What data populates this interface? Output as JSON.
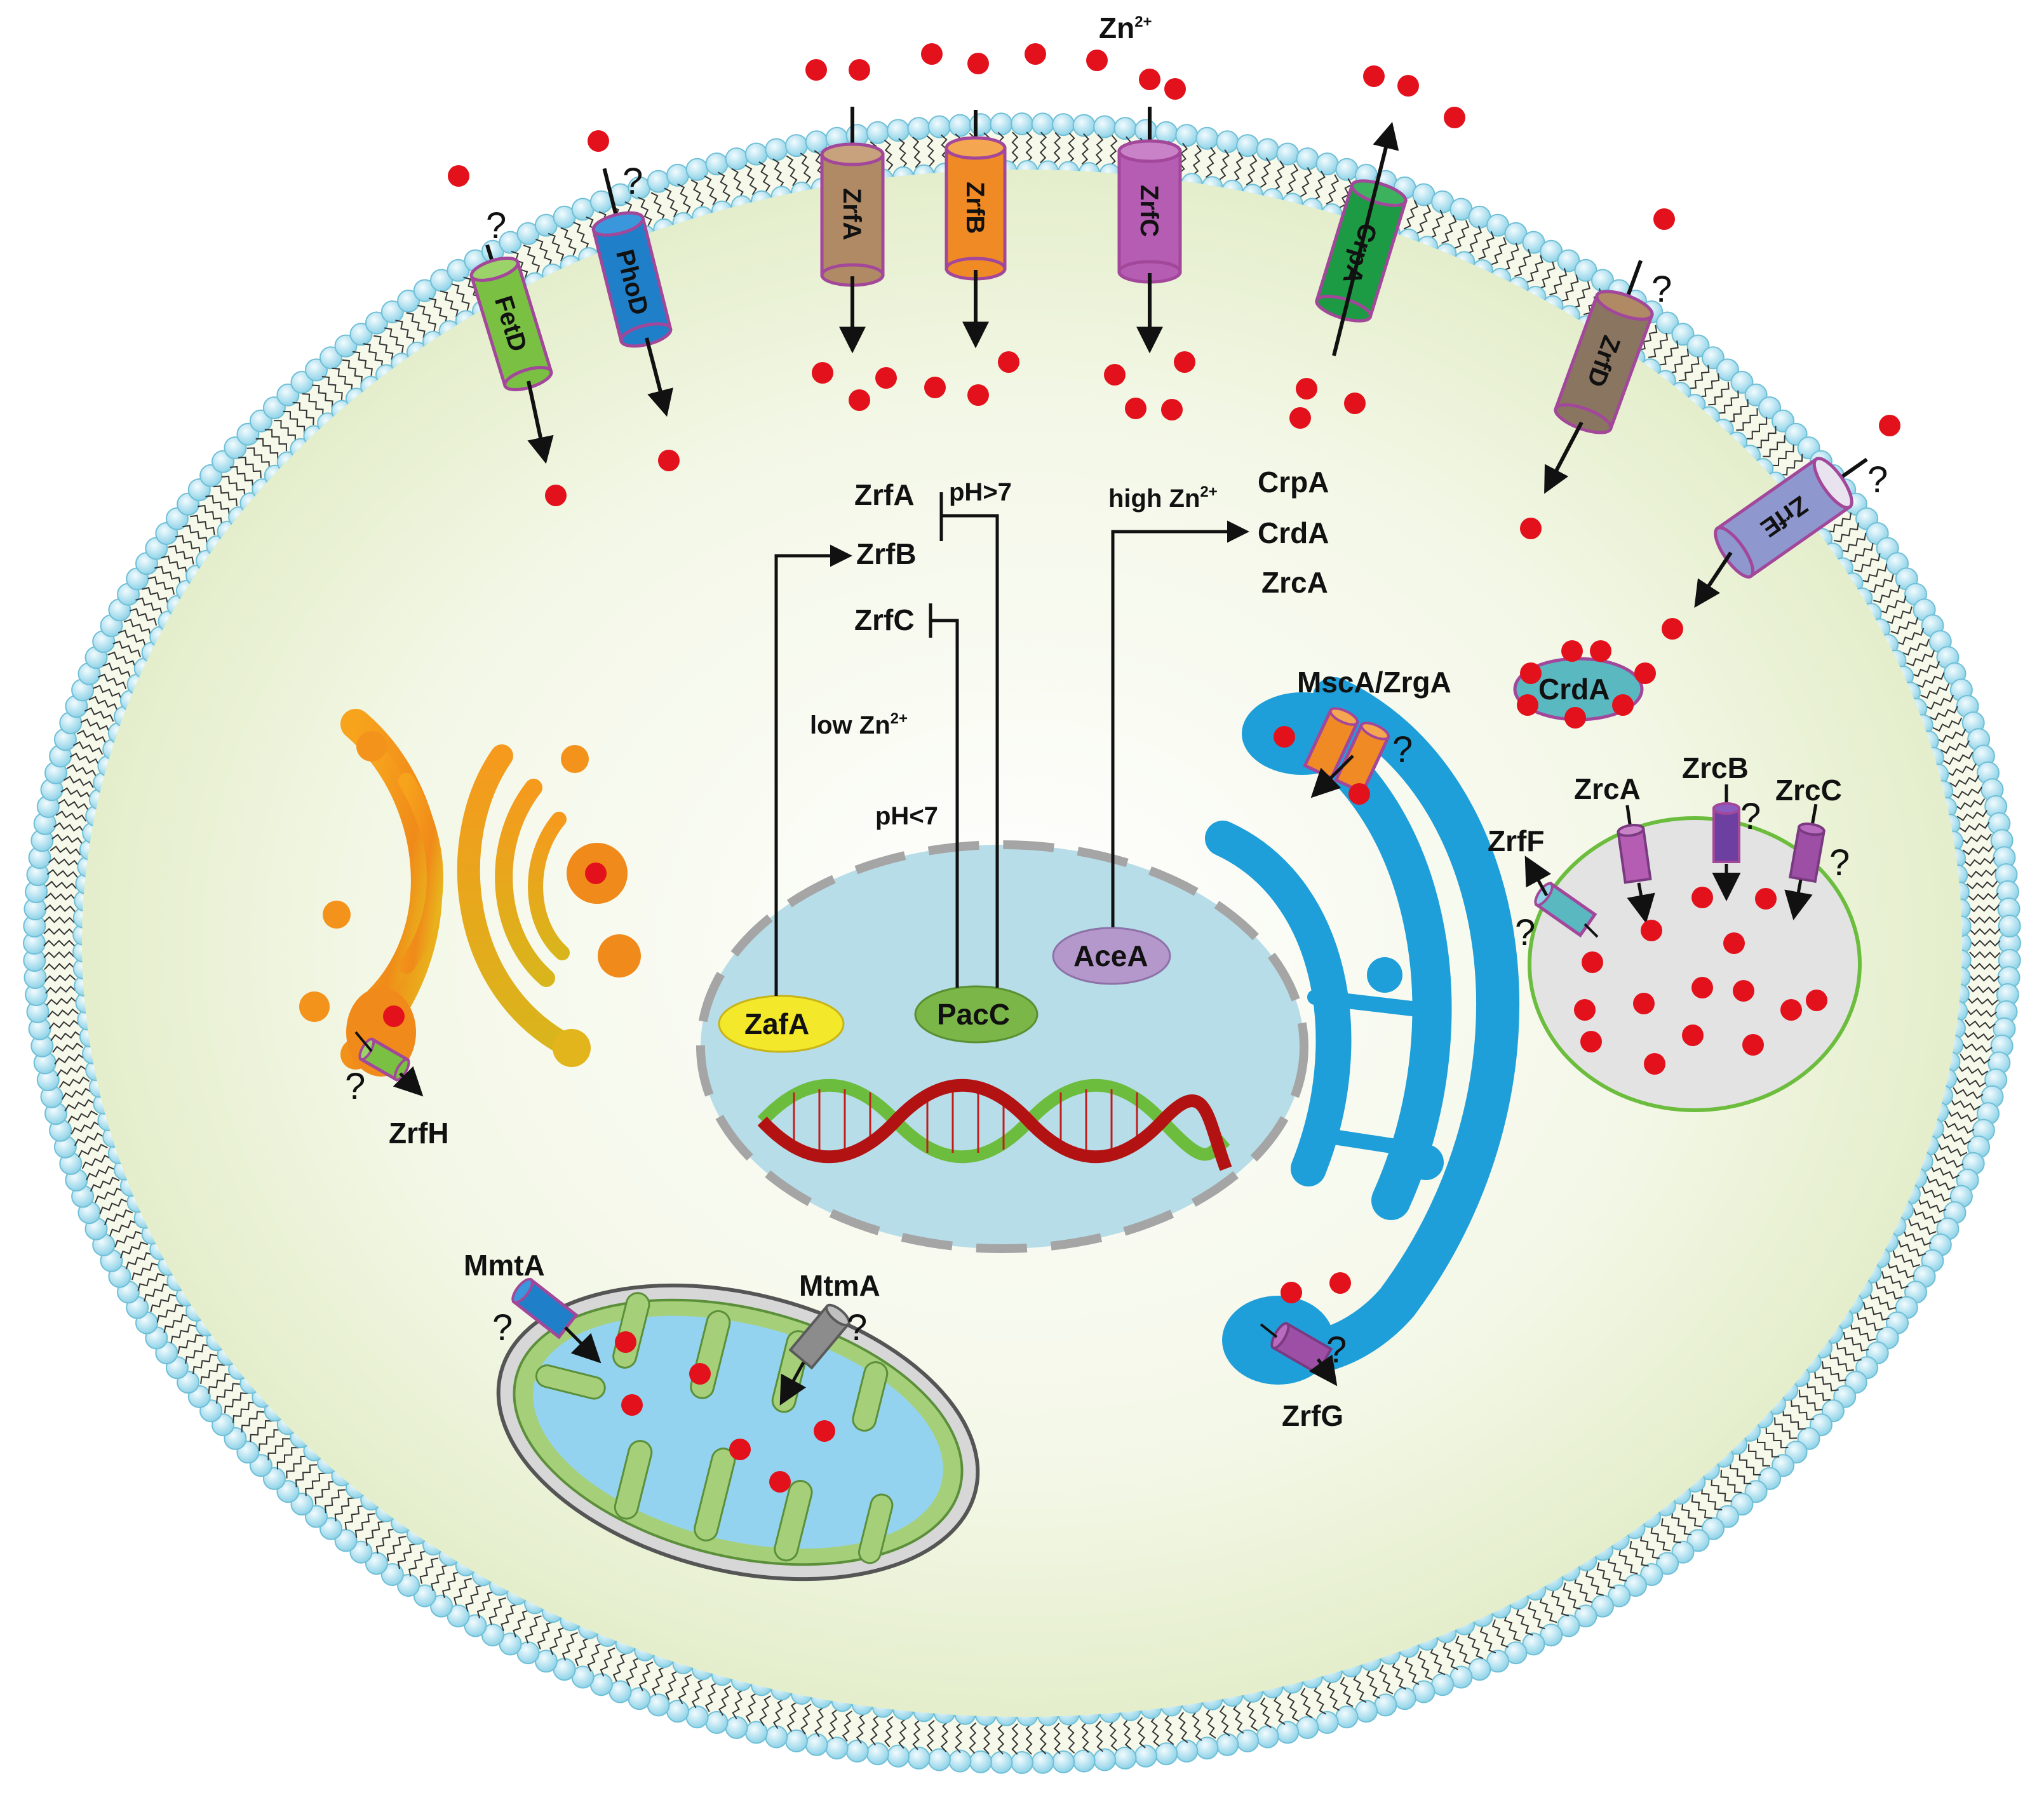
{
  "ion": {
    "name": "Zn",
    "charge": "2+"
  },
  "question_mark": "?",
  "plasma_membrane_transporters": {
    "FetD": "FetD",
    "PhoD": "PhoD",
    "ZrfA": "ZrfA",
    "ZrfB": "ZrfB",
    "ZrfC": "ZrfC",
    "CrpA": "CrpA",
    "ZrfD": "ZrfD",
    "ZrfE": "ZrfE"
  },
  "regulation": {
    "zrfA": "ZrfA",
    "zrfB": "ZrfB",
    "zrfC": "ZrfC",
    "ph_high": "pH>7",
    "ph_low": "pH<7",
    "low_zn": "low Zn",
    "high_zn": "high Zn",
    "targets": [
      "CrpA",
      "CrdA",
      "ZrcA"
    ]
  },
  "transcription_factors": {
    "zafA": "ZafA",
    "pacC": "PacC",
    "aceA": "AceA"
  },
  "cytosol": {
    "crdA": "CrdA"
  },
  "vacuole": {
    "zrcA": "ZrcA",
    "zrcB": "ZrcB",
    "zrcC": "ZrcC",
    "zrfF": "ZrfF"
  },
  "er": {
    "mscA": "MscA/ZrgA",
    "zrfG": "ZrfG"
  },
  "golgi": {
    "zrfH": "ZrfH"
  },
  "mitochondrion": {
    "mmtA": "MmtA",
    "mtmA": "MtmA"
  },
  "colors": {
    "ion": "#e3111b",
    "membrane_bead": "#aee0ee",
    "cytoplasm": "#eef4dd",
    "nucleus": "#b7dde8",
    "er": "#1f9fd9",
    "golgi": "#f0a21e",
    "vacuole": "#e3e3e3",
    "mito_matrix": "#94d3ef",
    "mito_membrane": "#a6cf7a",
    "zafA": "#f4e82a",
    "pacC": "#7ab648",
    "aceA": "#b497cb",
    "crdA": "#5ab8c1",
    "FetD": "#7ac143",
    "PhoD": "#1f7fc8",
    "ZrfA": "#b08a64",
    "ZrfB": "#f08a24",
    "ZrfC": "#b55cb3",
    "CrpA": "#1c9a44",
    "ZrfD": "#8a7560",
    "ZrfE": "#8f97cf"
  }
}
